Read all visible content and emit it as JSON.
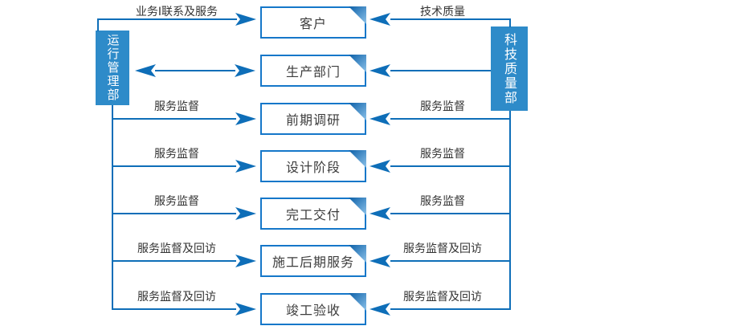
{
  "departments": {
    "left": "运行管理部",
    "right": "科技质量部"
  },
  "boxes": [
    {
      "label": "客户"
    },
    {
      "label": "生产部门"
    },
    {
      "label": "前期调研"
    },
    {
      "label": "设计阶段"
    },
    {
      "label": "完工交付"
    },
    {
      "label": "施工后期服务"
    },
    {
      "label": "竣工验收"
    }
  ],
  "left_labels": {
    "row1": "业务I联系及服务",
    "row3": "服务监督",
    "row4": "服务监督",
    "row5": "服务监督",
    "row6": "服务监督及回访",
    "row7": "服务监督及回访"
  },
  "right_labels": {
    "row1": "技术质量",
    "row3": "服务监督",
    "row4": "服务监督",
    "row5": "服务监督",
    "row6": "服务监督及回访",
    "row7": "服务监督及回访"
  },
  "colors": {
    "line": "#0e6eb8",
    "box_border": "#1577c9",
    "dept_fill": "#2e8bc9",
    "fold_dark": "#0a5fa8",
    "fold_light": "#7fb8e3",
    "label_text": "#333333",
    "box_text": "#3d3d3d",
    "background": "#ffffff"
  }
}
